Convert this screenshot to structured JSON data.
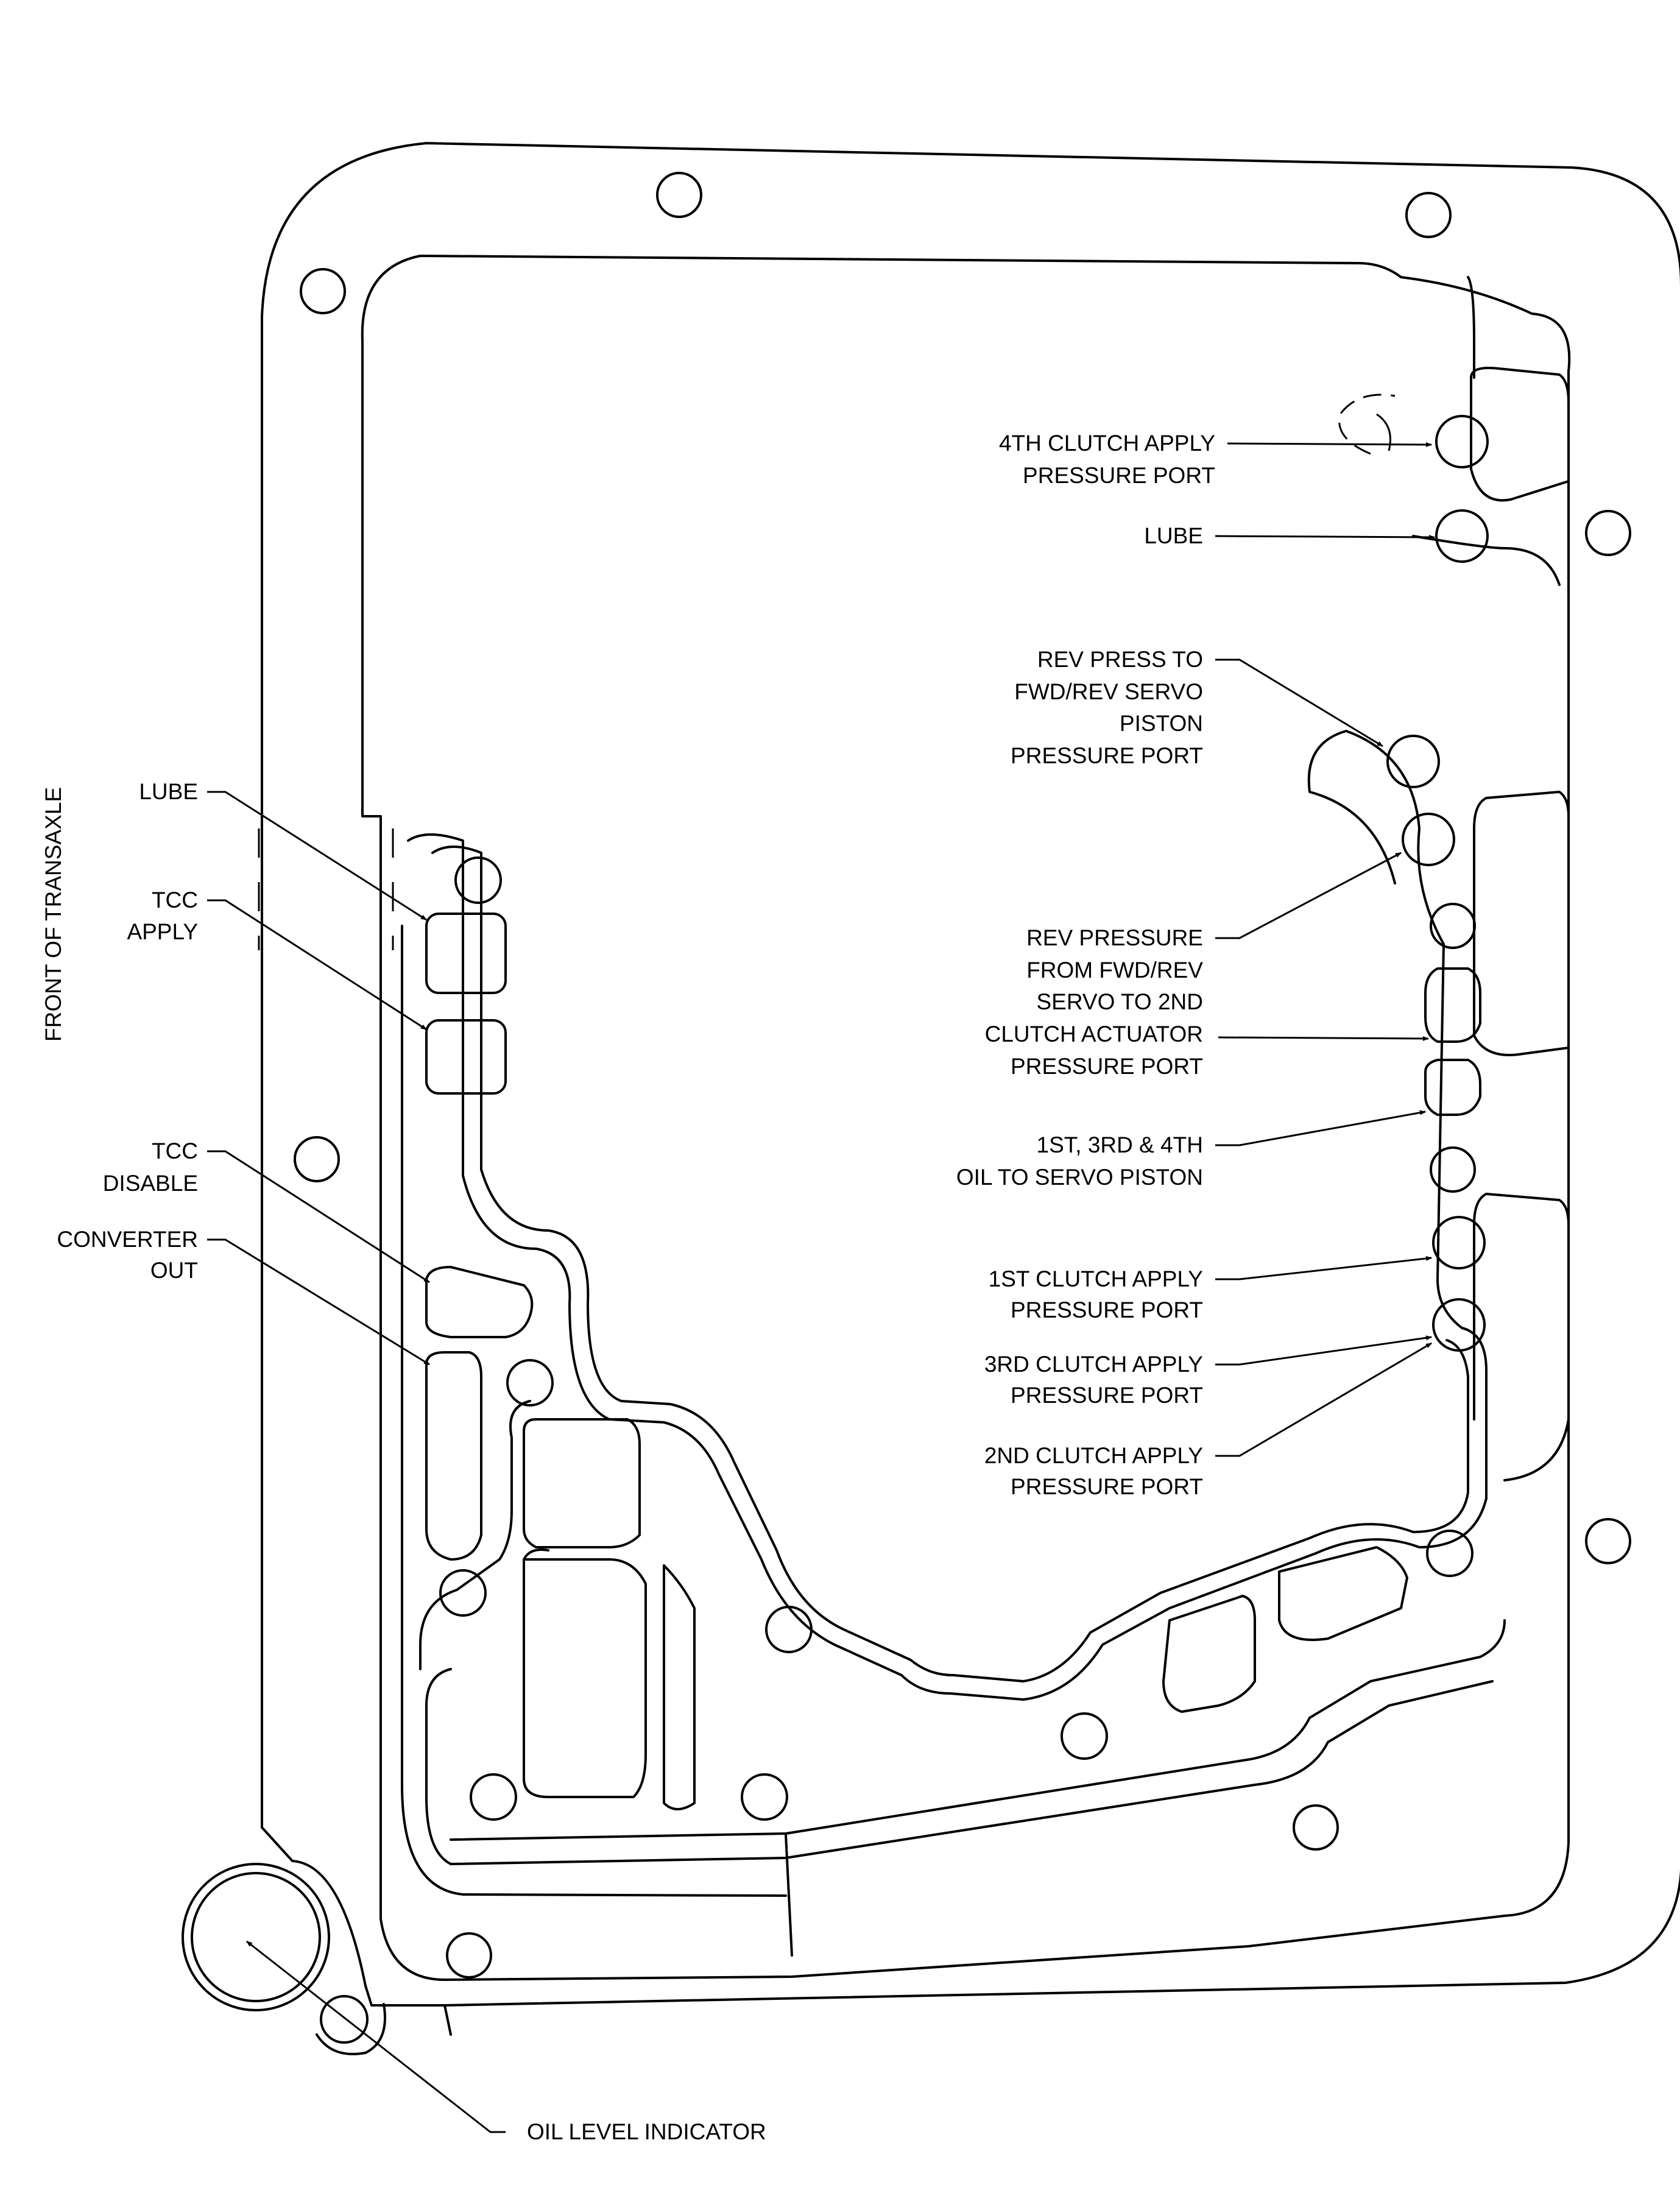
{
  "side_label": "FRONT OF TRANSAXLE",
  "callouts": {
    "clutch4_apply": [
      "4TH CLUTCH APPLY",
      "PRESSURE PORT"
    ],
    "lube_right": [
      "LUBE"
    ],
    "rev_press_to_servo": [
      "REV PRESS TO",
      "FWD/REV SERVO",
      "PISTON",
      "PRESSURE PORT"
    ],
    "rev_pressure_from_servo": [
      "REV PRESSURE",
      "FROM FWD/REV",
      "SERVO TO 2ND",
      "CLUTCH ACTUATOR",
      "PRESSURE PORT"
    ],
    "oil_to_servo_piston": [
      "1ST, 3RD & 4TH",
      "OIL TO SERVO PISTON"
    ],
    "clutch1_apply": [
      "1ST CLUTCH APPLY",
      "PRESSURE PORT"
    ],
    "clutch3_apply": [
      "3RD CLUTCH APPLY",
      "PRESSURE PORT"
    ],
    "clutch2_apply": [
      "2ND CLUTCH APPLY",
      "PRESSURE PORT"
    ],
    "lube_left": [
      "LUBE"
    ],
    "tcc_apply": [
      "TCC",
      "APPLY"
    ],
    "tcc_disable": [
      "TCC",
      "DISABLE"
    ],
    "converter_out": [
      "CONVERTER",
      "OUT"
    ],
    "oil_level_indicator": [
      "OIL LEVEL INDICATOR"
    ]
  }
}
